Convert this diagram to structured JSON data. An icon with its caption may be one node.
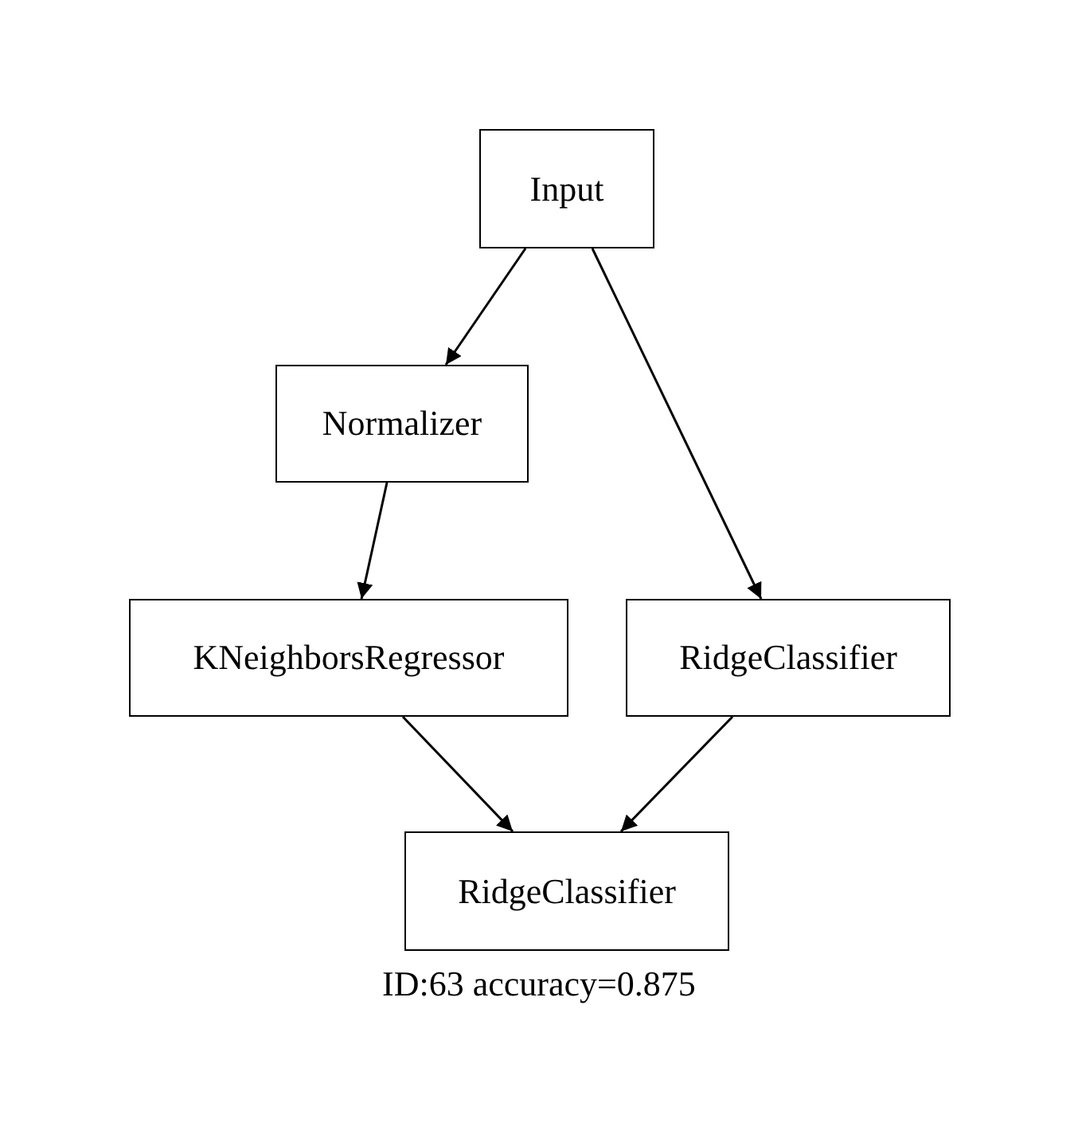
{
  "diagram": {
    "caption": "ID:63 accuracy=0.875",
    "nodes": [
      {
        "text": [
          "Input"
        ]
      },
      {
        "text": [
          "Normalizer"
        ]
      },
      {
        "text": [
          "KNeighborsRegressor"
        ]
      },
      {
        "text": [
          "RidgeClassifier"
        ]
      },
      {
        "text": [
          "RidgeClassifier"
        ]
      }
    ],
    "edges": [
      {
        "from": 0,
        "to": 1,
        "arrow": "to"
      },
      {
        "from": 0,
        "to": 3,
        "arrow": "to"
      },
      {
        "from": 1,
        "to": 2,
        "arrow": "to"
      },
      {
        "from": 2,
        "to": 4,
        "arrow": "to"
      },
      {
        "from": 3,
        "to": 4,
        "arrow": "to"
      }
    ]
  }
}
